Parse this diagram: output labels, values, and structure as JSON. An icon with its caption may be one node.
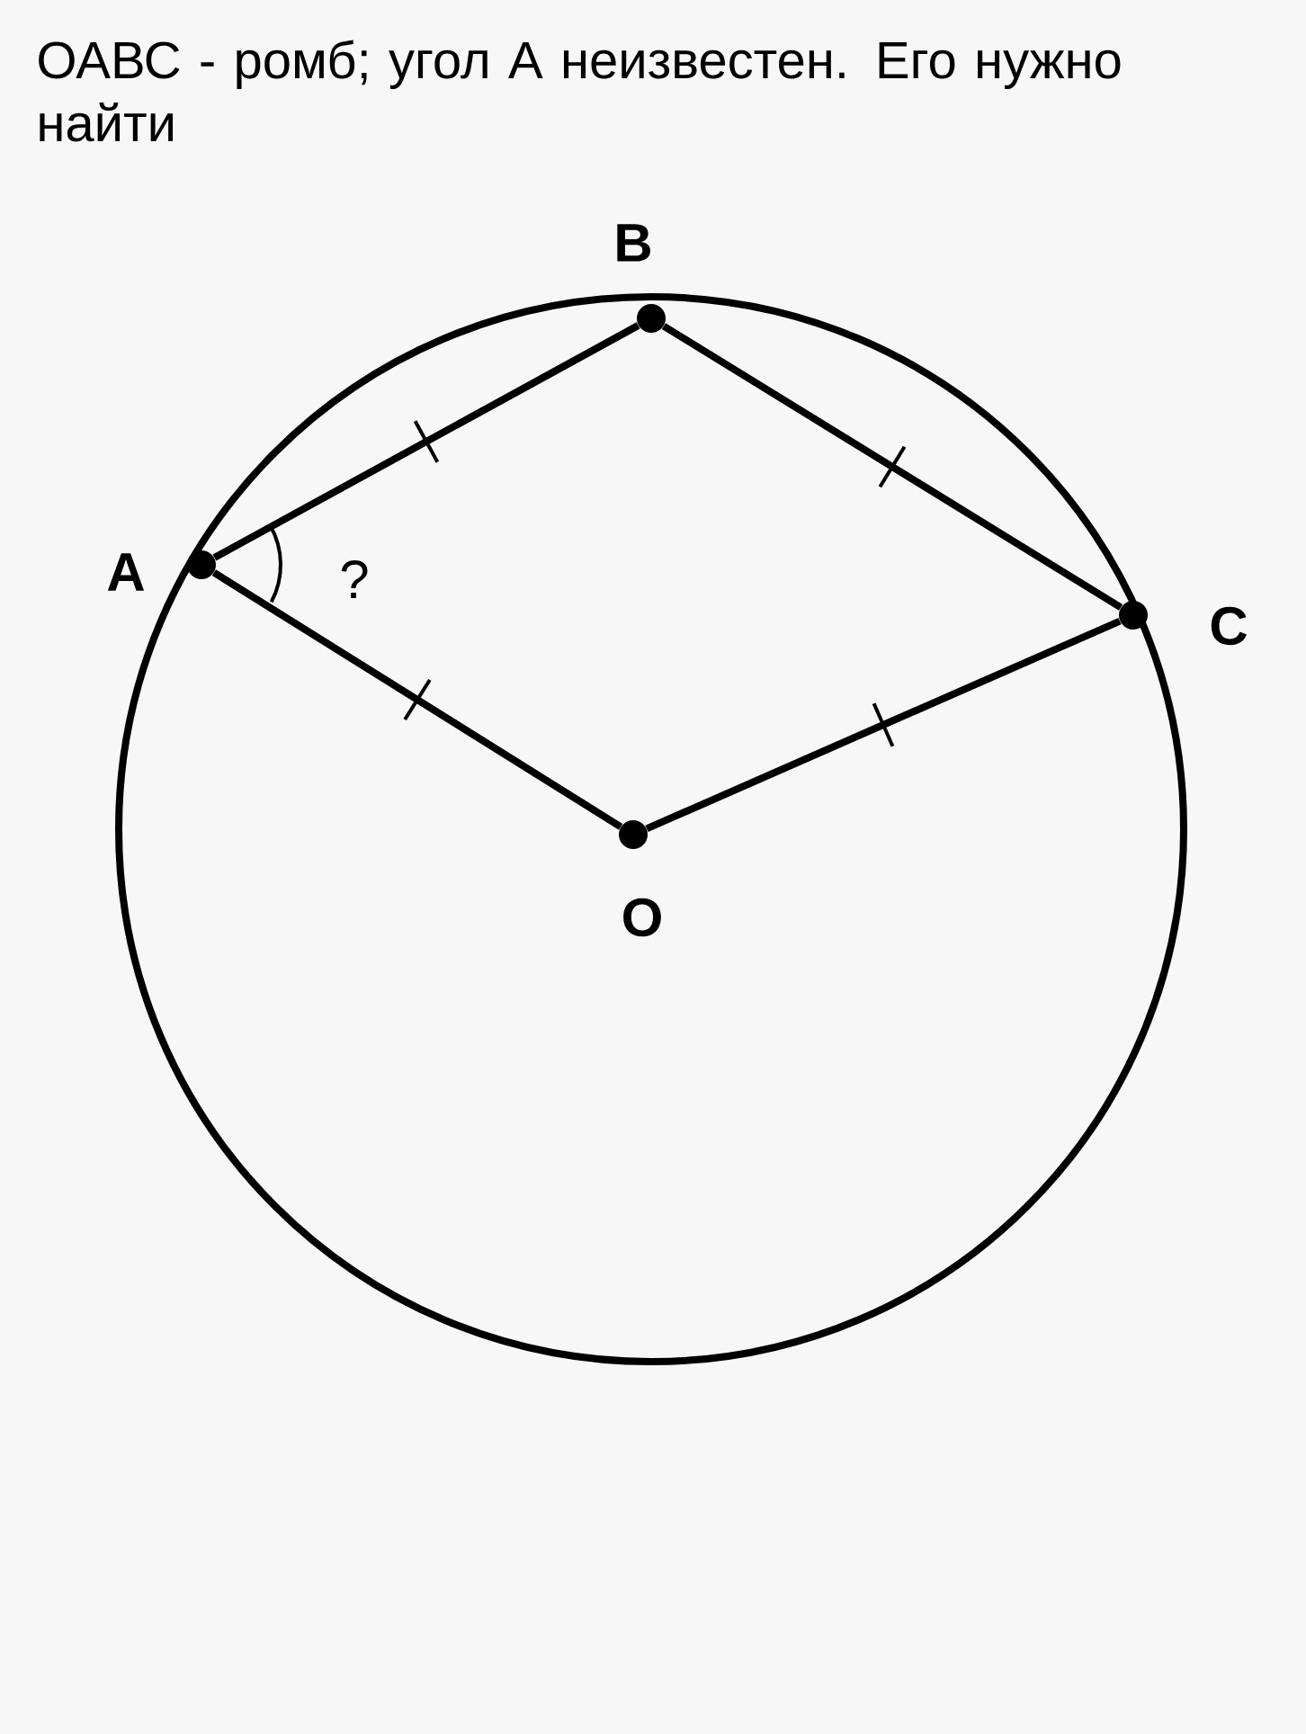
{
  "diagram": {
    "title": "ОАВС - ромб; угол А неизвестен. Его нужно найти",
    "nodes": [
      {
        "text": [],
        "shape": "circle",
        "beside": [
          "A"
        ]
      },
      {
        "text": [],
        "shape": "circle",
        "beside": [
          "B"
        ]
      },
      {
        "text": [],
        "shape": "circle",
        "beside": [
          "C"
        ]
      },
      {
        "text": [],
        "shape": "circle",
        "beside": [
          "O"
        ]
      }
    ],
    "edges": [
      {
        "from": 0,
        "to": 1,
        "arrow": "none"
      },
      {
        "from": 1,
        "to": 2,
        "arrow": "none"
      },
      {
        "from": 2,
        "to": 3,
        "arrow": "none"
      },
      {
        "from": 3,
        "to": 0,
        "arrow": "none"
      }
    ],
    "labels": [
      "?"
    ]
  }
}
